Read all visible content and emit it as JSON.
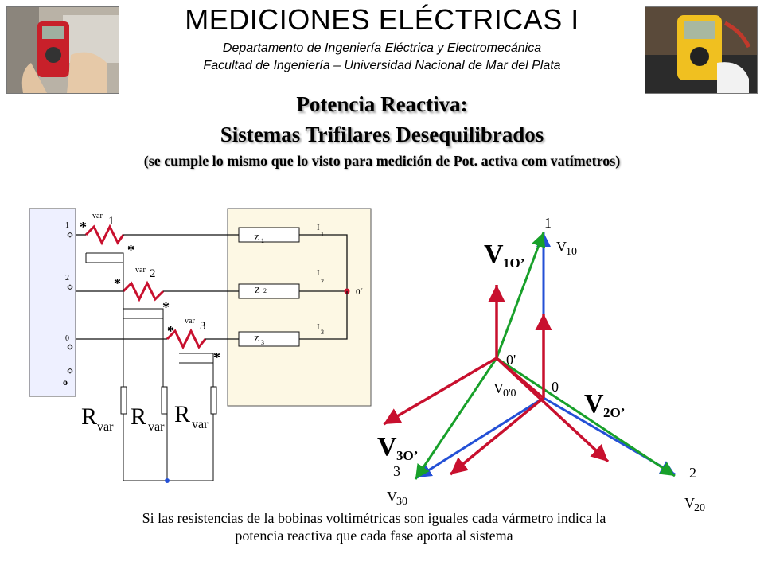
{
  "header": {
    "title": "MEDICIONES ELÉCTRICAS I",
    "department": "Departamento de Ingeniería Eléctrica y Electromecánica",
    "faculty": "Facultad de Ingeniería – Universidad Nacional de Mar del Plata"
  },
  "slide": {
    "title_line1": "Potencia Reactiva:",
    "title_line2": "Sistemas Trifilares Desequilibrados",
    "subtitle": "(se cumple lo mismo que lo visto para medición de Pot. activa com vatímetros)"
  },
  "circuit": {
    "terminals": [
      "1",
      "2",
      "0",
      "o"
    ],
    "meters": [
      {
        "name": "var",
        "index": "1"
      },
      {
        "name": "var",
        "index": "2"
      },
      {
        "name": "var",
        "index": "3"
      }
    ],
    "polarity_mark": "*",
    "impedances": [
      {
        "name": "Z",
        "index": "1"
      },
      {
        "name": "Z",
        "index": "2"
      },
      {
        "name": "Z",
        "index": "3"
      }
    ],
    "currents": [
      {
        "name": "I",
        "index": "1"
      },
      {
        "name": "I",
        "index": "2"
      },
      {
        "name": "I",
        "index": "3"
      }
    ],
    "neutral_label": "0´",
    "resistors": [
      {
        "name": "R",
        "sub": "var"
      },
      {
        "name": "R",
        "sub": "var"
      },
      {
        "name": "R",
        "sub": "var"
      }
    ]
  },
  "phasor": {
    "point_labels": {
      "p1": "1",
      "p2": "2",
      "p3": "3",
      "o": "0",
      "o_prime": "0'"
    },
    "voltages": {
      "v10": {
        "name": "V",
        "sub": "10"
      },
      "v20": {
        "name": "V",
        "sub": "20"
      },
      "v30": {
        "name": "V",
        "sub": "30"
      },
      "v00": {
        "name": "V",
        "sub": "0'0"
      },
      "v1o": {
        "name": "V",
        "sub": "1O’"
      },
      "v2o": {
        "name": "V",
        "sub": "2O’"
      },
      "v3o": {
        "name": "V",
        "sub": "3O’"
      }
    },
    "colors": {
      "blue": "#2450d6",
      "green": "#18a02a",
      "red": "#c8102e"
    }
  },
  "footer": {
    "line1": "Si las resistencias de la bobinas voltimétricas son iguales cada vármetro indica la",
    "line2": "potencia reactiva que cada fase aporta al sistema"
  }
}
